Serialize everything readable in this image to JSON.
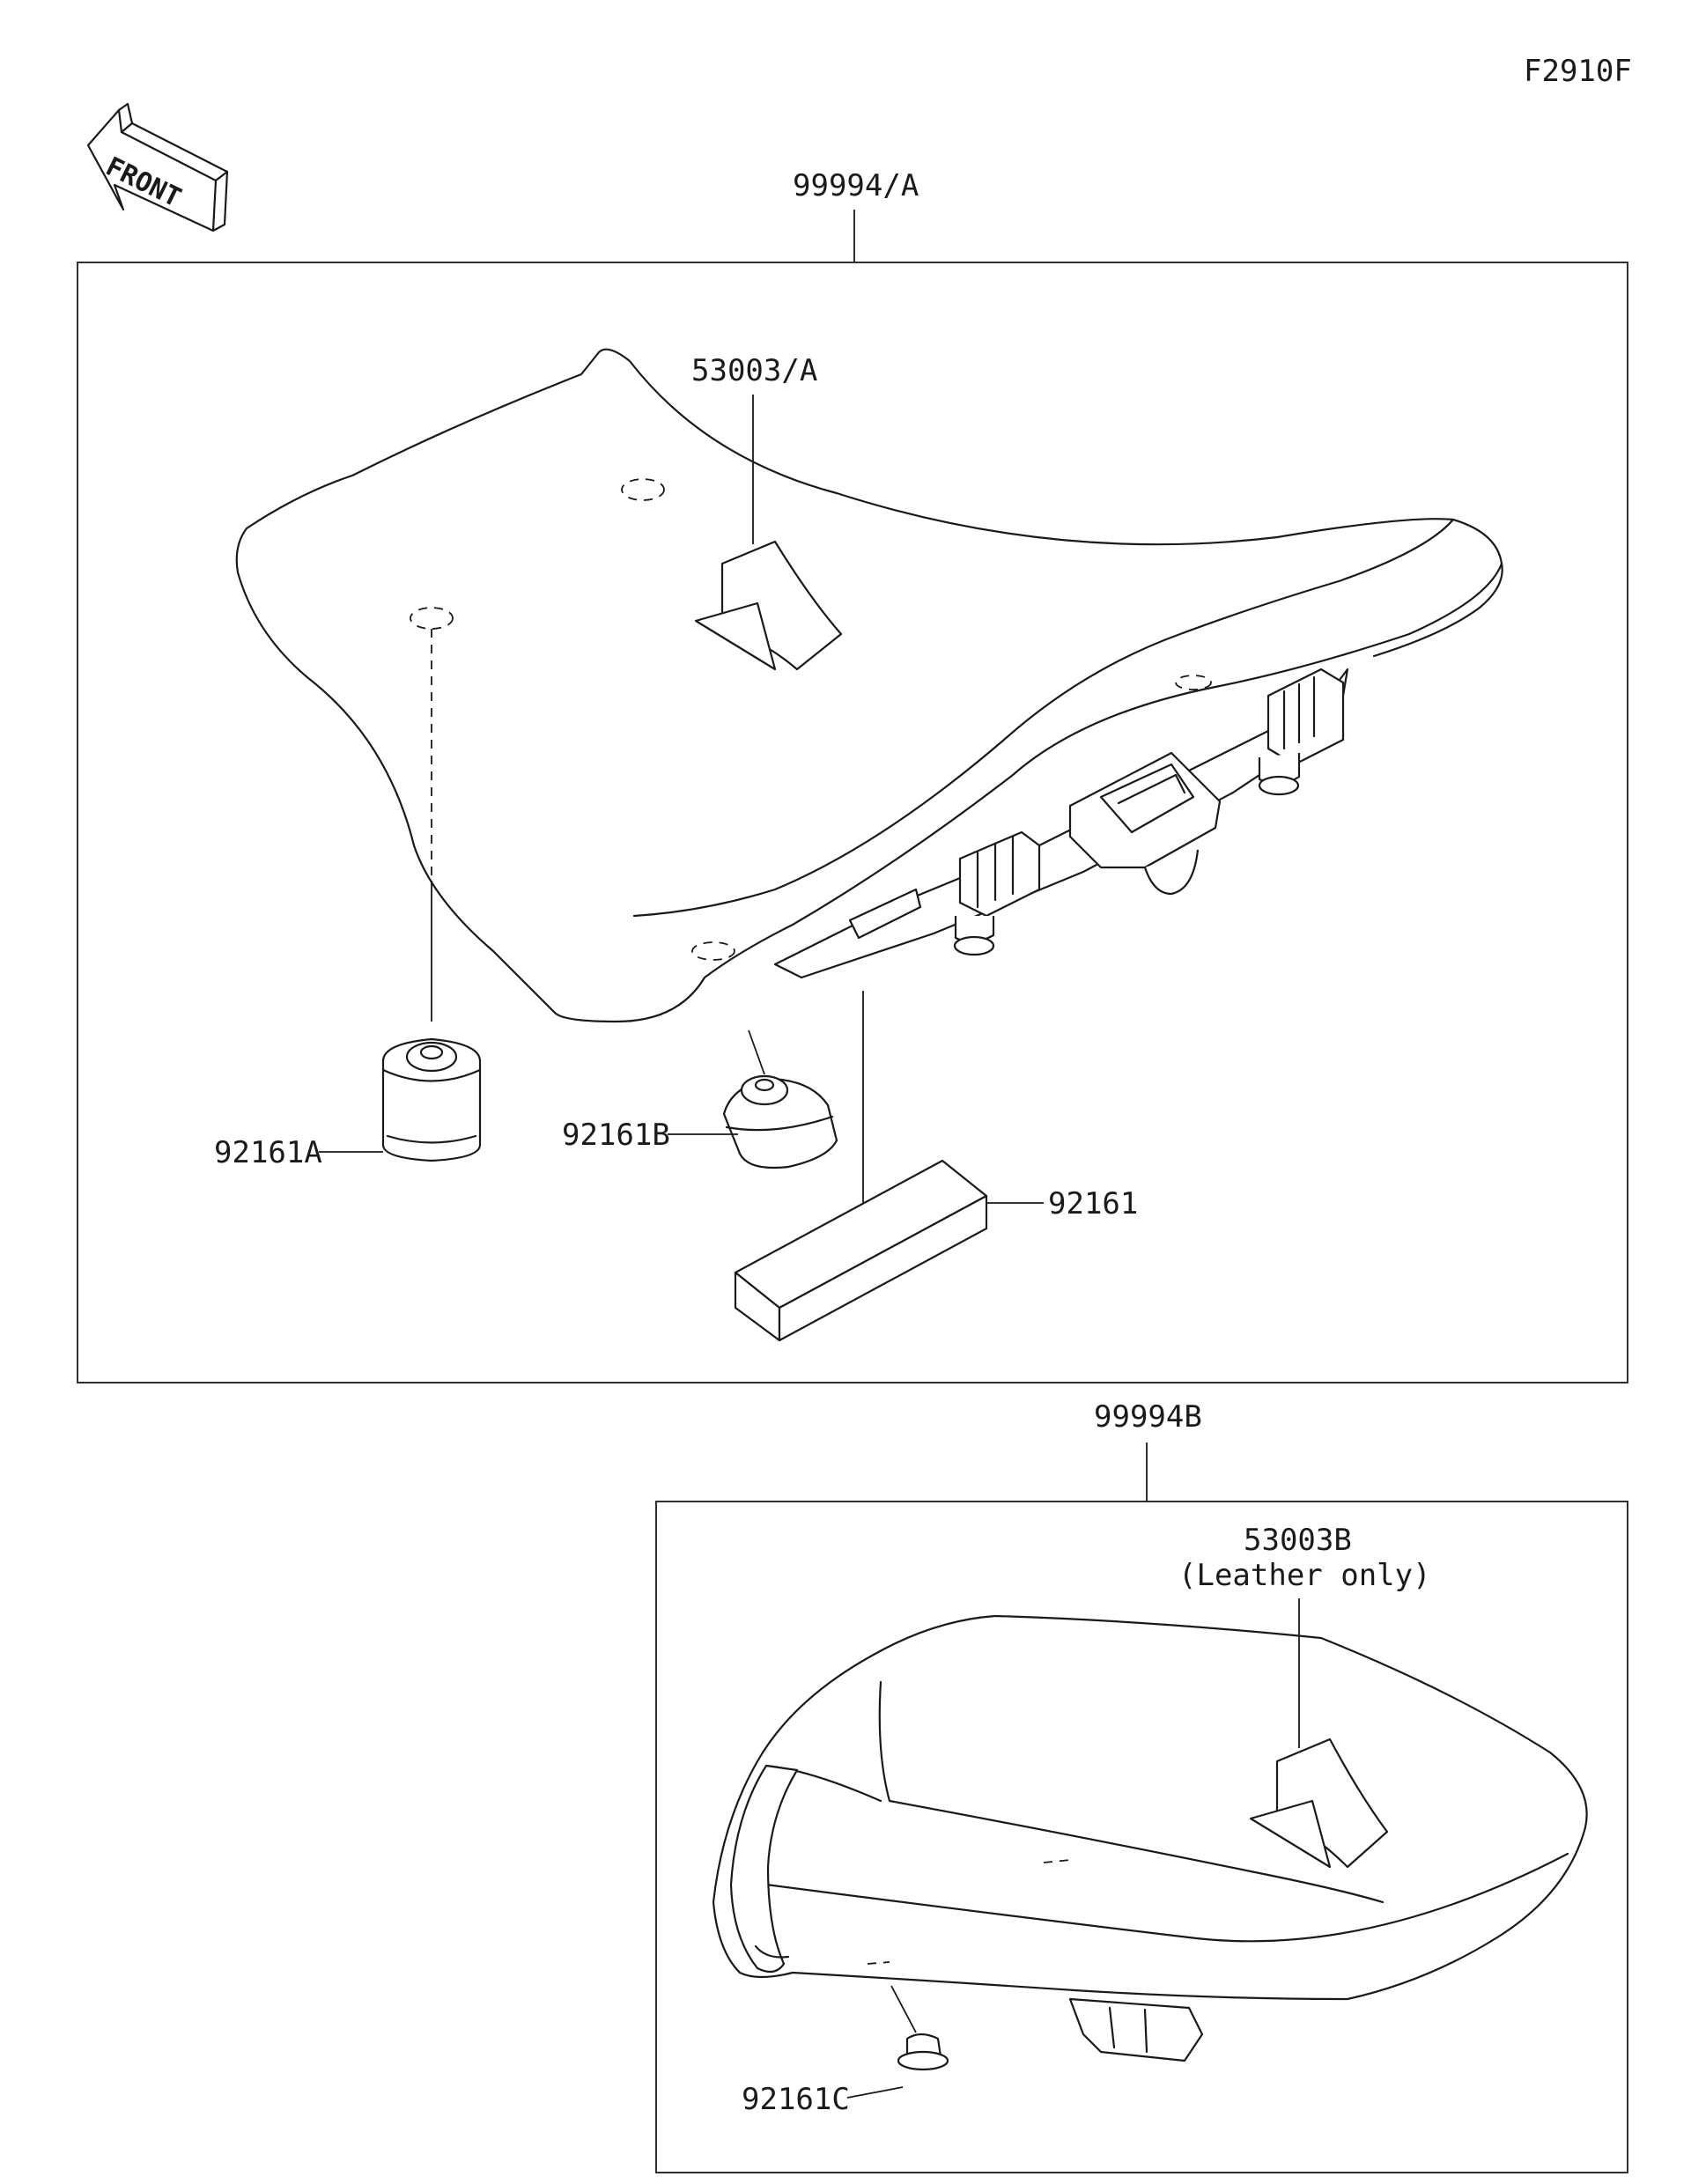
{
  "diagram_code": "F2910F",
  "direction_label": "FRONT",
  "parts": {
    "front_seat_assy": "99994/A",
    "front_seat_cover": "53003/A",
    "damper_a": "92161A",
    "damper_b": "92161B",
    "damper_block": "92161",
    "rear_seat_assy": "99994B",
    "rear_seat_cover": "53003B",
    "rear_seat_cover_note": "(Leather only)",
    "damper_c": "92161C"
  },
  "icons": [
    "front-arrow-icon"
  ]
}
